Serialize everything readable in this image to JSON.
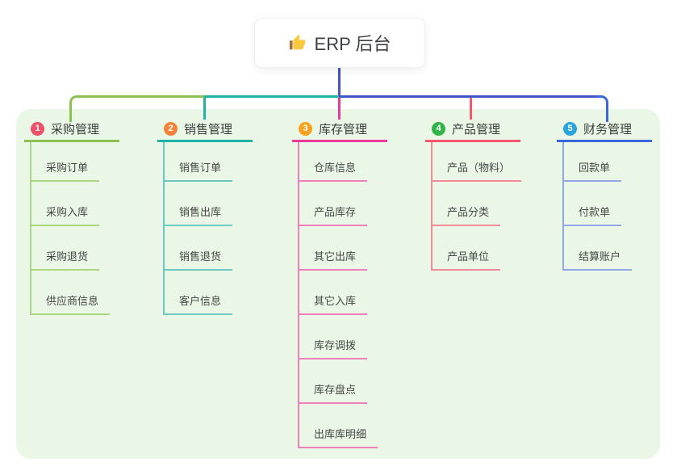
{
  "root": {
    "label": "ERP 后台",
    "icon": "thumbs-up-icon"
  },
  "colors": {
    "panel_bg": "#EAF6E6",
    "root_connector": "#4254C6",
    "thumb_hand": "#FBC93D",
    "thumb_cuff": "#A8703F"
  },
  "branches": [
    {
      "badge": "1",
      "label": "采购管理",
      "badge_color": "#EE5267",
      "line_color": "#8CC152",
      "child_line_color": "#A9D67E",
      "children": [
        "采购订单",
        "采购入库",
        "采购退货",
        "供应商信息"
      ]
    },
    {
      "badge": "2",
      "label": "销售管理",
      "badge_color": "#F6833C",
      "line_color": "#1EB3A6",
      "child_line_color": "#6CC9C0",
      "children": [
        "销售订单",
        "销售出库",
        "销售退货",
        "客户信息"
      ]
    },
    {
      "badge": "3",
      "label": "库存管理",
      "badge_color": "#F9A21F",
      "line_color": "#E83A96",
      "child_line_color": "#F07EB9",
      "children": [
        "仓库信息",
        "产品库存",
        "其它出库",
        "其它入库",
        "库存调拨",
        "库存盘点",
        "出库库明细"
      ]
    },
    {
      "badge": "4",
      "label": "产品管理",
      "badge_color": "#32B44A",
      "line_color": "#F4566B",
      "child_line_color": "#F58A97",
      "children": [
        "产品（物料）",
        "产品分类",
        "产品单位"
      ]
    },
    {
      "badge": "5",
      "label": "财务管理",
      "badge_color": "#2BA3DC",
      "line_color": "#3A67DD",
      "child_line_color": "#8FA7E6",
      "children": [
        "回款单",
        "付款单",
        "结算账户"
      ]
    }
  ]
}
